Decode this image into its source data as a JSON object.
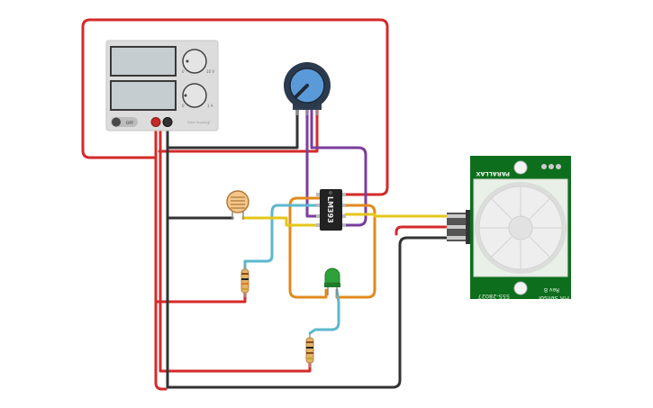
{
  "power_supply": {
    "switch_label": "OFF",
    "knob_voltage_mark": "10 V",
    "knob_current_mark": "1 A",
    "knob_min_mark": "0",
    "brand_text": "Solar Supply"
  },
  "comparator": {
    "label": "LM393"
  },
  "pir_sensor": {
    "brand": "PARALLAX",
    "title": "PIR Sensor",
    "revision": "Rev B",
    "part_number": "555-28027"
  },
  "colors": {
    "red_wire": "#d42a2a",
    "black_wire": "#333333",
    "purple_wire": "#7a3e9d",
    "orange_wire": "#e08a1e",
    "yellow_wire": "#e5c619",
    "cyan_wire": "#5bb8cc",
    "board_green": "#0d6e1d",
    "pot_blue": "#4a8fd4",
    "led_green": "#2ea23a"
  }
}
